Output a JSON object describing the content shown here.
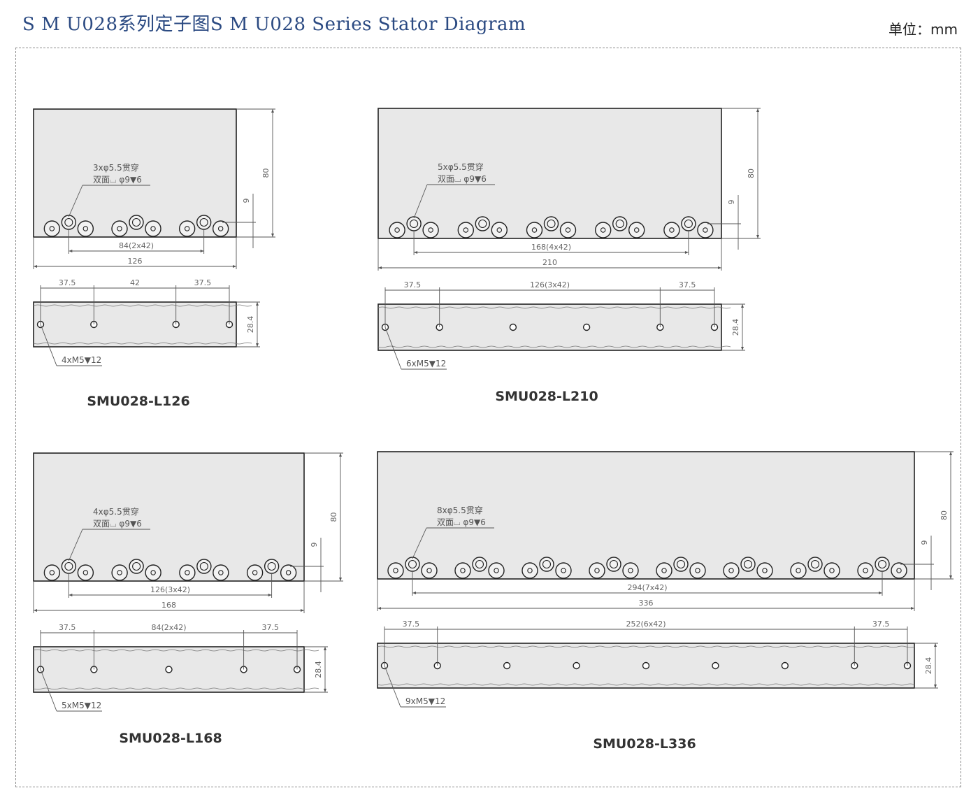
{
  "header": {
    "title": "S M U028系列定子图S M U028 Series Stator Diagram",
    "unit": "单位：mm"
  },
  "diagrams": [
    {
      "model": "SMU028-L126",
      "hole_note_1": "3xφ5.5贯穿",
      "hole_note_2": "双面⌴ φ9▼6",
      "height_dim": "80",
      "offset_dim": "9",
      "pitch_dim": "84(2x42)",
      "length_dim": "126",
      "edge_left_dim": "37.5",
      "middle_dim": "42",
      "edge_right_dim": "37.5",
      "thickness_dim": "28.4",
      "tap_note": "4xM5▼12",
      "counterbore_count": 3,
      "tap_count": 4
    },
    {
      "model": "SMU028-L210",
      "hole_note_1": "5xφ5.5贯穿",
      "hole_note_2": "双面⌴ φ9▼6",
      "height_dim": "80",
      "offset_dim": "9",
      "pitch_dim": "168(4x42)",
      "length_dim": "210",
      "edge_left_dim": "37.5",
      "middle_dim": "126(3x42)",
      "edge_right_dim": "37.5",
      "thickness_dim": "28.4",
      "tap_note": "6xM5▼12",
      "counterbore_count": 5,
      "tap_count": 6
    },
    {
      "model": "SMU028-L168",
      "hole_note_1": "4xφ5.5贯穿",
      "hole_note_2": "双面⌴ φ9▼6",
      "height_dim": "80",
      "offset_dim": "9",
      "pitch_dim": "126(3x42)",
      "length_dim": "168",
      "edge_left_dim": "37.5",
      "middle_dim": "84(2x42)",
      "edge_right_dim": "37.5",
      "thickness_dim": "28.4",
      "tap_note": "5xM5▼12",
      "counterbore_count": 4,
      "tap_count": 5
    },
    {
      "model": "SMU028-L336",
      "hole_note_1": "8xφ5.5贯穿",
      "hole_note_2": "双面⌴ φ9▼6",
      "height_dim": "80",
      "offset_dim": "9",
      "pitch_dim": "294(7x42)",
      "length_dim": "336",
      "edge_left_dim": "37.5",
      "middle_dim": "252(6x42)",
      "edge_right_dim": "37.5",
      "thickness_dim": "28.4",
      "tap_note": "9xM5▼12",
      "counterbore_count": 8,
      "tap_count": 9
    }
  ]
}
